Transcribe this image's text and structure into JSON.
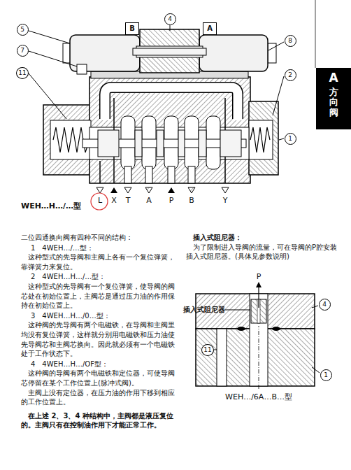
{
  "diagram": {
    "nodes": [
      {
        "text": [
          "5"
        ]
      },
      {
        "text": [
          "B"
        ]
      },
      {
        "text": [
          "4"
        ]
      },
      {
        "text": [
          "A"
        ]
      },
      {
        "text": [
          "8"
        ]
      },
      {
        "text": [
          "7"
        ]
      },
      {
        "text": [
          "A",
          "方向阀"
        ]
      },
      {
        "text": [
          "11"
        ]
      },
      {
        "text": [
          "2"
        ]
      },
      {
        "text": [
          "1"
        ]
      },
      {
        "text": [
          "4"
        ]
      },
      {
        "text": [
          "11"
        ]
      },
      {
        "text": [
          "1"
        ]
      }
    ],
    "labels": [
      "L",
      "X",
      "T",
      "A",
      "P",
      "B",
      "Y",
      "WEH…H…/…型",
      "二位四通换向阀有四种不同的结构：",
      "1　4WEH…/…型：",
      "这种型式的先导阀和主阀上各有一个复位弹簧，靠弹簧力来复位。",
      "2　4WEH…H…/…型：",
      "这种型式的先导阀有一个复位弹簧，使导阀的阀芯处在初始位置上，主阀芯是通过压力油的作用保持在初始位置上。",
      "3　4WEH…H…/0…型：",
      "这种阀的先导阀有两个电磁铁，在导阀和主阀里均没有复位弹簧，这样就分别用电磁铁和压力油使先导阀芯和主阀芯换向。因此就必须有一个电磁铁处于工作状态下。",
      "4　4WEH…H…/OF型：",
      "这种阀的导阀有两个电磁铁和定位器，可使导阀芯停留在某个工作位置上(脉冲式阀)。",
      "主阀上没有定位器，在压力油的作用下移到相应的工作位置上。",
      "在上述 2、3、4 种结构中，主阀都是液压复位的。主阀只有在控制油作用下才能正常工作。",
      "插入式阻尼器：",
      "为了限制进入导阀的流量，可在导阀的P腔安装插入式阻尼器。(具体见参数说明)",
      "P",
      "插入式阻尼器",
      "WEH…/6A…B…型"
    ]
  }
}
